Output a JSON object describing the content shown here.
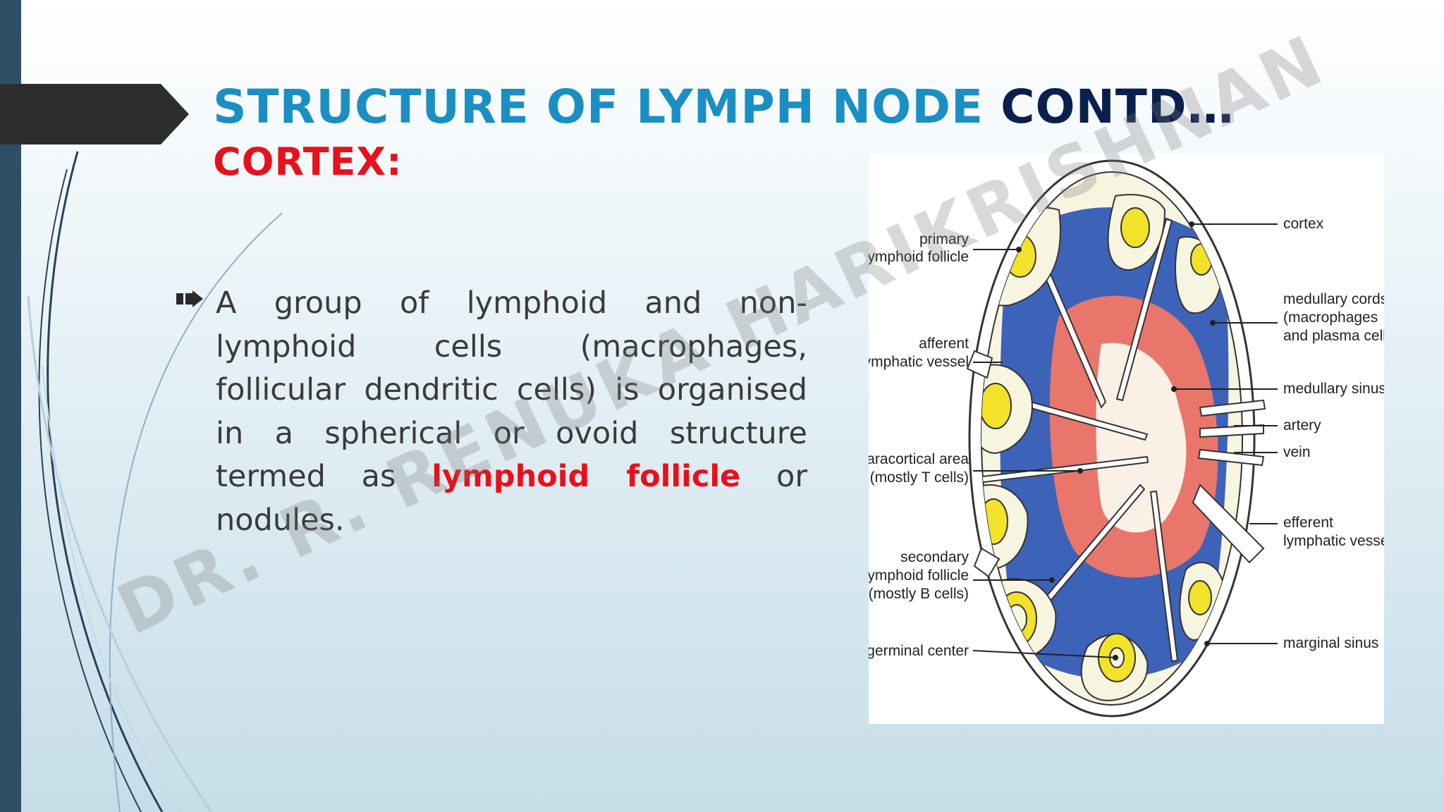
{
  "slide": {
    "title_part1": "STRUCTURE OF LYMPH NODE ",
    "title_part2": "CONTD…",
    "subtitle": "CORTEX:",
    "bullet": {
      "icon": "arrow-bullet-icon",
      "text_before": "A group of lymphoid and non-lymphoid cells (macrophages, follicular dendritic cells) is organised in a spherical or ovoid structure termed as ",
      "highlight": "lymphoid follicle",
      "text_after": " or nodules."
    },
    "watermark": "DR. R. RENUKA HARIKRISHNAN",
    "colors": {
      "title_blue": "#1a8fc4",
      "title_navy": "#0b1f4d",
      "accent_red": "#e8101b",
      "sidebar": "#2e4f66"
    }
  },
  "diagram": {
    "labels_left": {
      "primary_1": "primary",
      "primary_2": "lymphoid follicle",
      "afferent_1": "afferent",
      "afferent_2": "lymphatic vessel",
      "paracortical_1": "paracortical area",
      "paracortical_2": "(mostly T cells)",
      "secondary_1": "secondary",
      "secondary_2": "lymphoid follicle",
      "secondary_3": "(mostly B cells)",
      "germinal": "germinal center"
    },
    "labels_right": {
      "cortex": "cortex",
      "medullary_cords_1": "medullary cords",
      "medullary_cords_2": "(macrophages",
      "medullary_cords_3": "and plasma cells)",
      "medullary_sinus": "medullary sinus",
      "artery": "artery",
      "vein": "vein",
      "efferent_1": "efferent",
      "efferent_2": "lymphatic vessel",
      "marginal": "marginal sinus"
    }
  }
}
